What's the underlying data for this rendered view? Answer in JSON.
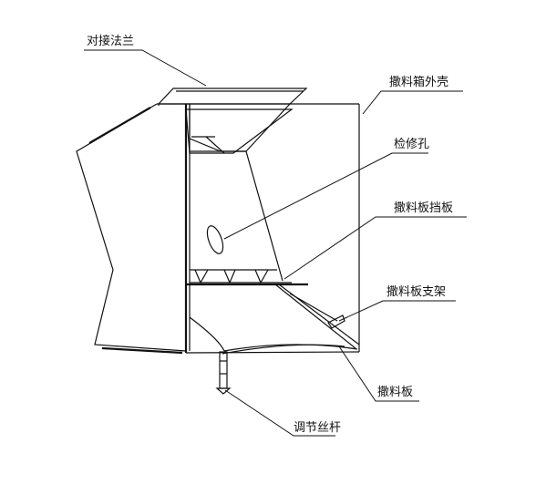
{
  "labels": {
    "flange": "对接法兰",
    "shell": "撒料箱外壳",
    "inspection_hole": "检修孔",
    "baffle": "撒料板挡板",
    "bracket": "撒料板支架",
    "spread_plate": "撒料板",
    "adjust_rod": "调节丝杆"
  }
}
